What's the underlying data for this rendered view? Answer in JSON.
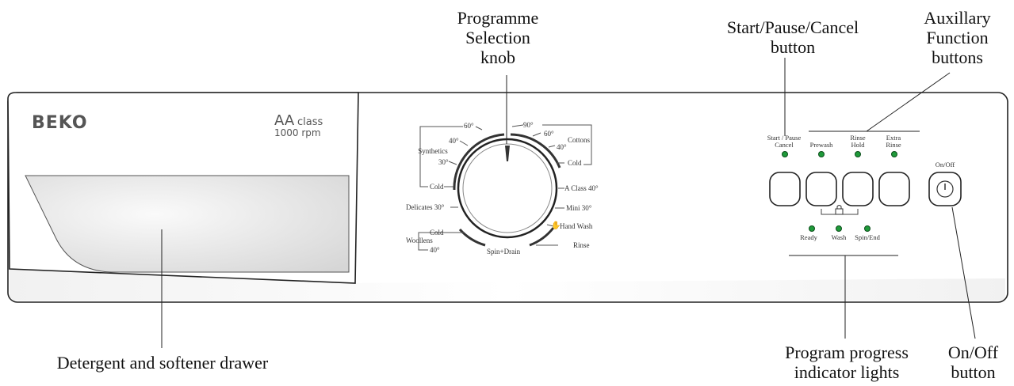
{
  "callouts": {
    "knob": [
      "Programme",
      "Selection",
      "knob"
    ],
    "start": [
      "Start/Pause/Cancel",
      "button"
    ],
    "aux": [
      "Auxillary",
      "Function",
      "buttons"
    ],
    "drawer": "Detergent and softener drawer",
    "progress": [
      "Program progress",
      "indicator lights"
    ],
    "onoff": [
      "On/Off",
      "button"
    ]
  },
  "panel": {
    "brand": "BEKO",
    "energy_class_big": "AA",
    "energy_class_small": "class",
    "rpm": "1000 rpm",
    "programmes_left": {
      "t60": "60°",
      "t40": "40°",
      "synthetics": "Synthetics",
      "t30": "30°",
      "cold": "Cold",
      "delicates": "Delicates 30°",
      "woollens_cold": "Cold",
      "woollens": "Woollens",
      "woollens_40": "40°"
    },
    "programmes_right": {
      "t90": "90°",
      "t60": "60°",
      "cottons": "Cottons",
      "t40": "40°",
      "cold": "Cold",
      "aclass": "A Class 40°",
      "mini": "Mini 30°",
      "handwash": "Hand Wash",
      "rinse": "Rinse"
    },
    "spin_drain": "Spin+Drain",
    "start_label": [
      "Start / Pause",
      "Cancel"
    ],
    "prewash": "Prewash",
    "rinse_hold": [
      "Rinse",
      "Hold"
    ],
    "extra_rinse": [
      "Extra",
      "Rinse"
    ],
    "onoff_label": "On/Off",
    "ready": "Ready",
    "wash": "Wash",
    "spin_end": "Spin/End"
  },
  "colors": {
    "indicator_led": "#1f9a3a",
    "outline": "#222222"
  }
}
